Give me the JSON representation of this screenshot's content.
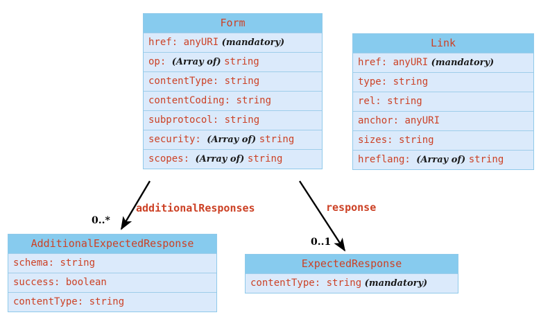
{
  "diagram": {
    "type": "uml-class-diagram",
    "colors": {
      "header_fill": "#87CBEE",
      "row_fill": "#DBEAFB",
      "border": "#8FC9EA",
      "text_accent": "#CC4125",
      "annotation": "#1A1A1A",
      "arrow": "#000000"
    }
  },
  "classes": [
    {
      "id": "form",
      "name": "Form",
      "rows": [
        {
          "attr": "href: ",
          "type": "anyURI",
          "note": " (mandatory)",
          "array": ""
        },
        {
          "attr": "op: ",
          "type": "string",
          "note": "",
          "array": "(Array of) "
        },
        {
          "attr": "contentType: ",
          "type": "string",
          "note": "",
          "array": ""
        },
        {
          "attr": "contentCoding: ",
          "type": "string",
          "note": "",
          "array": ""
        },
        {
          "attr": "subprotocol: ",
          "type": "string",
          "note": "",
          "array": ""
        },
        {
          "attr": "security: ",
          "type": "string",
          "note": "",
          "array": "(Array of) "
        },
        {
          "attr": "scopes: ",
          "type": "string",
          "note": "",
          "array": "(Array of) "
        }
      ]
    },
    {
      "id": "link",
      "name": "Link",
      "rows": [
        {
          "attr": "href: ",
          "type": "anyURI",
          "note": " (mandatory)",
          "array": ""
        },
        {
          "attr": "type: ",
          "type": "string",
          "note": "",
          "array": ""
        },
        {
          "attr": "rel: ",
          "type": "string",
          "note": "",
          "array": ""
        },
        {
          "attr": "anchor: ",
          "type": "anyURI",
          "note": "",
          "array": ""
        },
        {
          "attr": "sizes: ",
          "type": "string",
          "note": "",
          "array": ""
        },
        {
          "attr": "hreflang: ",
          "type": "string",
          "note": "",
          "array": "(Array of) "
        }
      ]
    },
    {
      "id": "additional-expected-response",
      "name": "AdditionalExpectedResponse",
      "rows": [
        {
          "attr": "schema: ",
          "type": "string",
          "note": "",
          "array": ""
        },
        {
          "attr": "success: ",
          "type": "boolean",
          "note": "",
          "array": ""
        },
        {
          "attr": "contentType: ",
          "type": "string",
          "note": "",
          "array": ""
        }
      ]
    },
    {
      "id": "expected-response",
      "name": "ExpectedResponse",
      "rows": [
        {
          "attr": "contentType: ",
          "type": "string",
          "note": " (mandatory)",
          "array": ""
        }
      ]
    }
  ],
  "edges": [
    {
      "id": "additional-responses",
      "label": "additionalResponses",
      "multiplicity": "0..*",
      "from": "form",
      "to": "additional-expected-response"
    },
    {
      "id": "response",
      "label": "response",
      "multiplicity": "0..1",
      "from": "form",
      "to": "expected-response"
    }
  ]
}
